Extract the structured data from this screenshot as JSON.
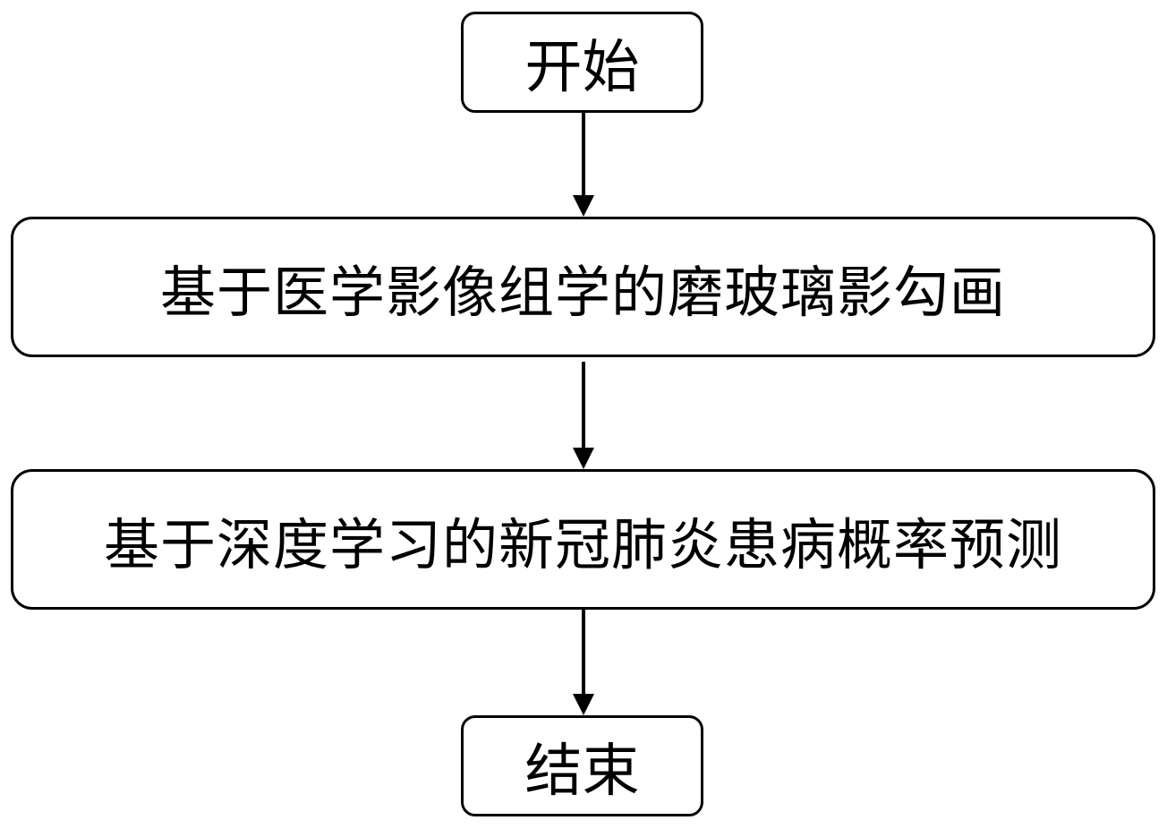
{
  "flowchart": {
    "start": "开始",
    "step1": "基于医学影像组学的磨玻璃影勾画",
    "step2": "基于深度学习的新冠肺炎患病概率预测",
    "end": "结束"
  },
  "colors": {
    "stroke": "#000000",
    "background": "#ffffff"
  }
}
